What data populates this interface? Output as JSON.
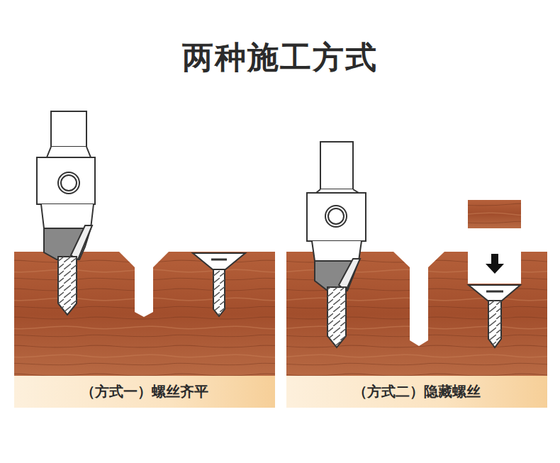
{
  "diagram": {
    "title": "两种施工方式",
    "nodes": [
      {
        "text": [
          "（方式一）螺丝齐平"
        ]
      },
      {
        "text": [
          "（方式二）隐藏螺丝"
        ]
      }
    ]
  }
}
